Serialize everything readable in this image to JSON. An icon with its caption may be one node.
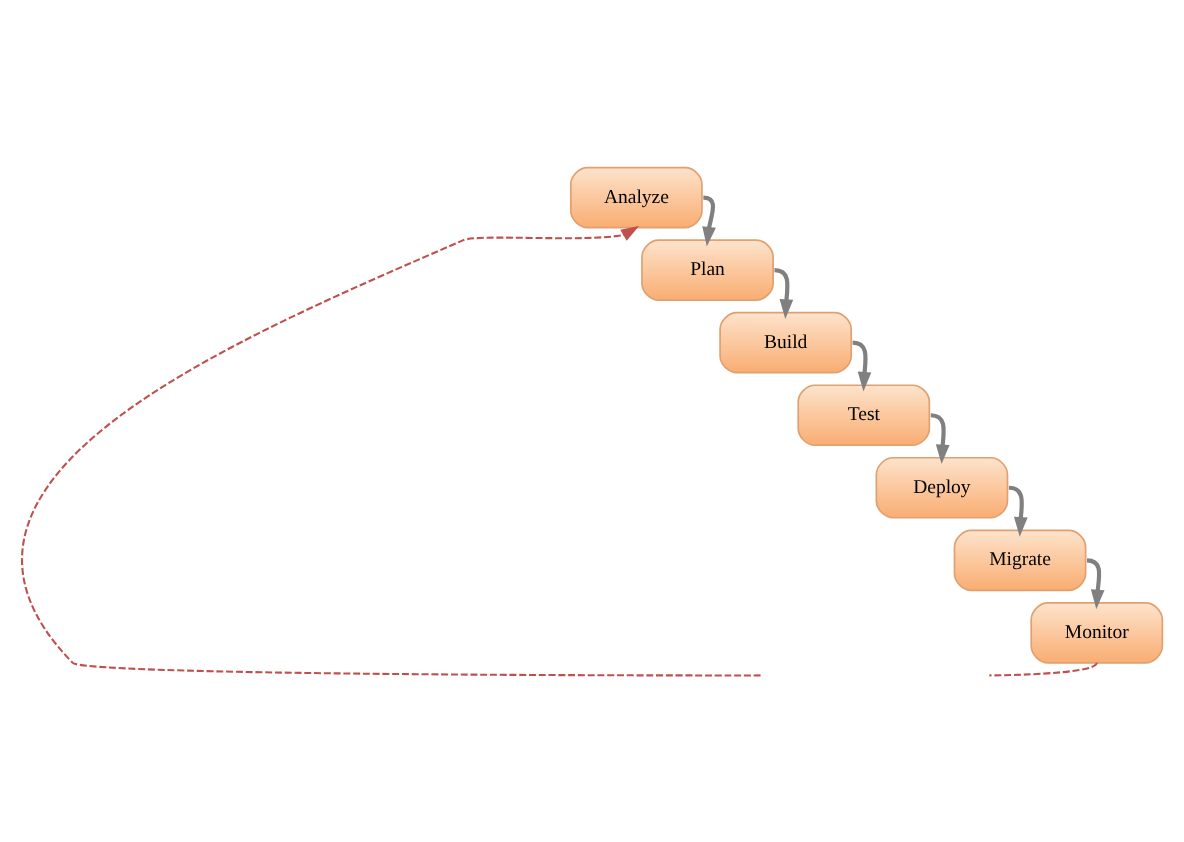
{
  "diagram": {
    "nodes": [
      {
        "text": [
          "Analyze"
        ]
      },
      {
        "text": [
          "Plan"
        ]
      },
      {
        "text": [
          "Build"
        ]
      },
      {
        "text": [
          "Test"
        ]
      },
      {
        "text": [
          "Deploy"
        ]
      },
      {
        "text": [
          "Migrate"
        ]
      },
      {
        "text": [
          "Monitor"
        ]
      }
    ],
    "edges": [
      {
        "from": 0,
        "to": 1,
        "arrow": "to"
      },
      {
        "from": 1,
        "to": 2,
        "arrow": "to"
      },
      {
        "from": 2,
        "to": 3,
        "arrow": "to"
      },
      {
        "from": 3,
        "to": 4,
        "arrow": "to"
      },
      {
        "from": 4,
        "to": 5,
        "arrow": "to"
      },
      {
        "from": 5,
        "to": 6,
        "arrow": "to"
      },
      {
        "from": 6,
        "to": null,
        "arrow": "none",
        "style": "dashed",
        "color": "#c0504d"
      },
      {
        "from": null,
        "to": 0,
        "arrow": "to",
        "style": "dashed",
        "color": "#c0504d"
      }
    ]
  }
}
